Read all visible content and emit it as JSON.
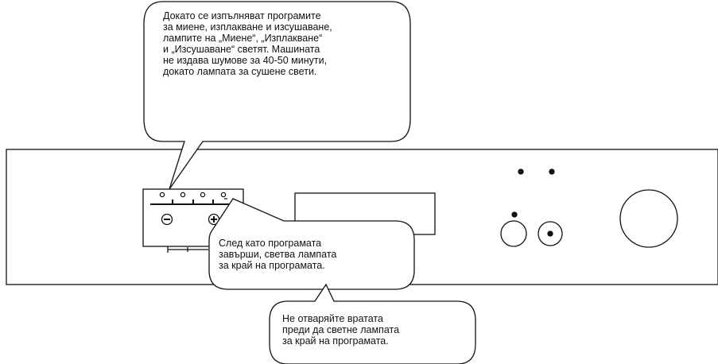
{
  "callouts": {
    "top": "Докато се изпълняват програмите\nза миене, изплакване и изсушаване,\nлампите на „Миене“, „Изплакване“\nи „Изсушаване“ светят. Машината\nне издава шумове за 40-50 минути,\nдокато лампата за сушене свети.",
    "middle": "След като програмата\nзавърши, светва лампата\nза край на програмата.",
    "bottom": "Не отваряйте вратата\nпреди да светне лампата\nза край на програмата."
  },
  "colors": {
    "stroke": "#111111",
    "background": "#ffffff"
  },
  "icons": [
    "minus-button-icon",
    "plus-button-icon",
    "program-lamp-icon",
    "knob-icon"
  ]
}
